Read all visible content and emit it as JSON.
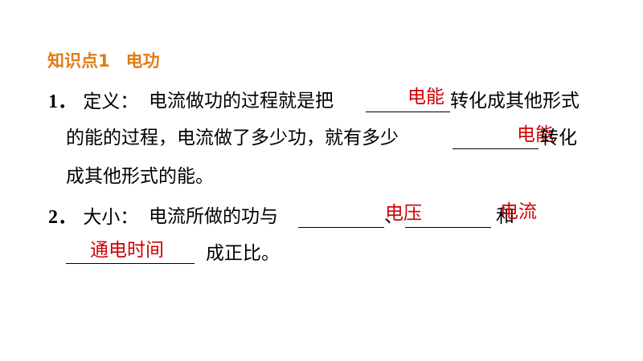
{
  "heading": {
    "prefix": "知识点1",
    "title": "电功"
  },
  "item1": {
    "number": "1．",
    "label": "定义：",
    "text_a": "电流做功的过程就是把",
    "text_b": "转化成其他形式",
    "text_c": "的能的过程，电流做了多少功，就有多少",
    "text_d": "转化",
    "text_e": "成其他形式的能。",
    "answer_1": "电能",
    "answer_2": "电能"
  },
  "item2": {
    "number": "2．",
    "label": "大小：",
    "text_a": "电流所做的功与",
    "sep_1": "、",
    "sep_2": "和",
    "text_b": "成正比。",
    "answer_1": "电压",
    "answer_2": "电流",
    "answer_3": "通电时间"
  },
  "colors": {
    "heading": "#e07b16",
    "answer": "#d10000",
    "text": "#000000"
  }
}
